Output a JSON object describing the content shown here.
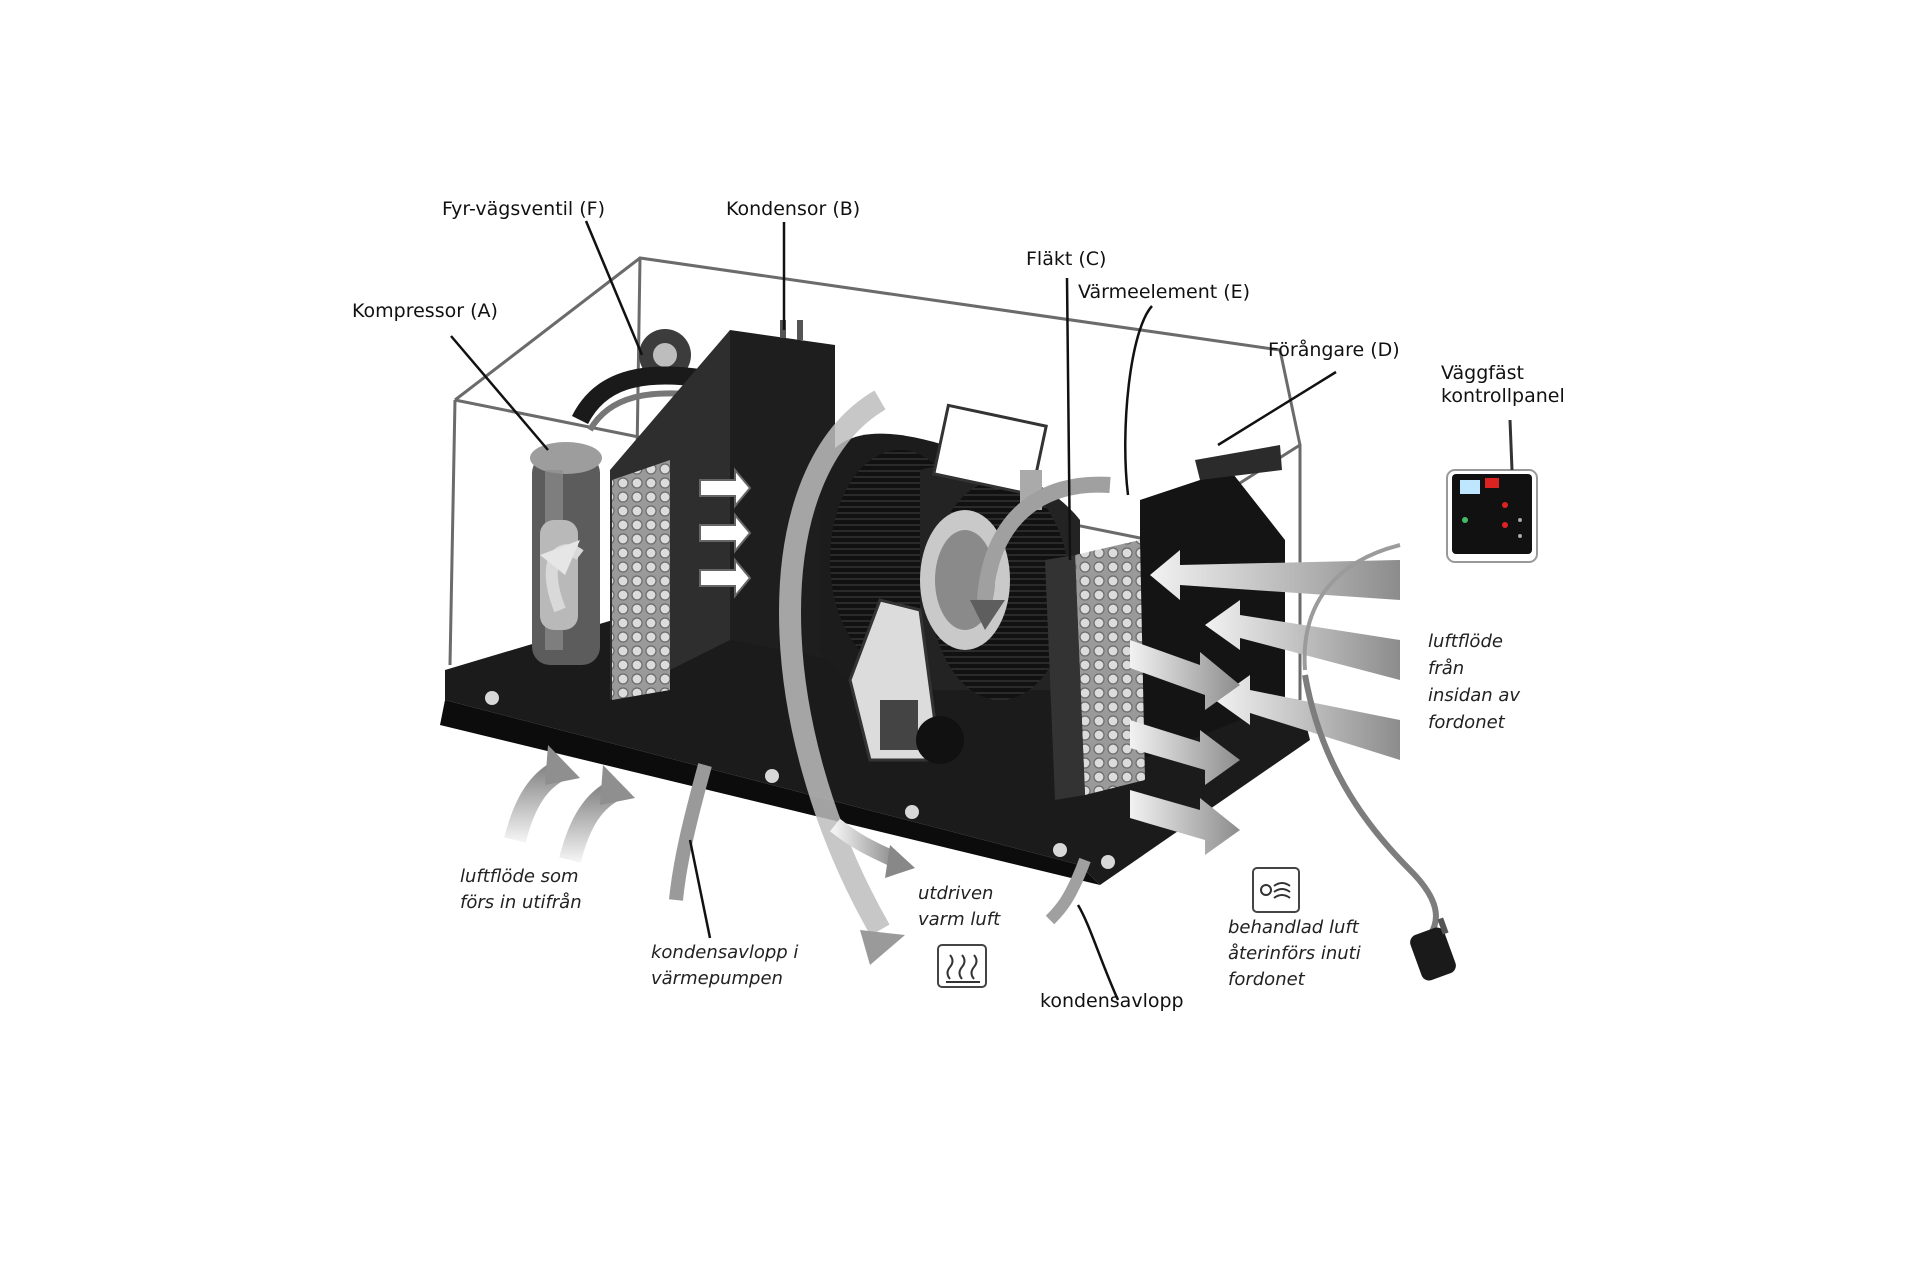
{
  "labels": {
    "four_way_valve": "Fyr-vägsventil (F)",
    "condenser": "Kondensor (B)",
    "compressor": "Kompressor (A)",
    "fan": "Fläkt (C)",
    "heating_element": "Värmeelement (E)",
    "evaporator": "Förångare (D)",
    "control_panel": [
      "Väggfäst",
      "kontrollpanel"
    ],
    "airflow_inside": [
      "luftflöde",
      "från",
      "insidan av",
      "fordonet"
    ],
    "airflow_outside": [
      "luftflöde som",
      "förs in utifrån"
    ],
    "condensate_heatpump": [
      "kondensavlopp i",
      "värmepumpen"
    ],
    "warm_air_out": [
      "utdriven",
      "varm luft"
    ],
    "condensate": "kondensavlopp",
    "treated_air": [
      "behandlad luft",
      "återinförs inuti",
      "fordonet"
    ]
  },
  "icons": [
    "heat-waves-icon",
    "treated-air-icon",
    "power-plug-icon"
  ]
}
